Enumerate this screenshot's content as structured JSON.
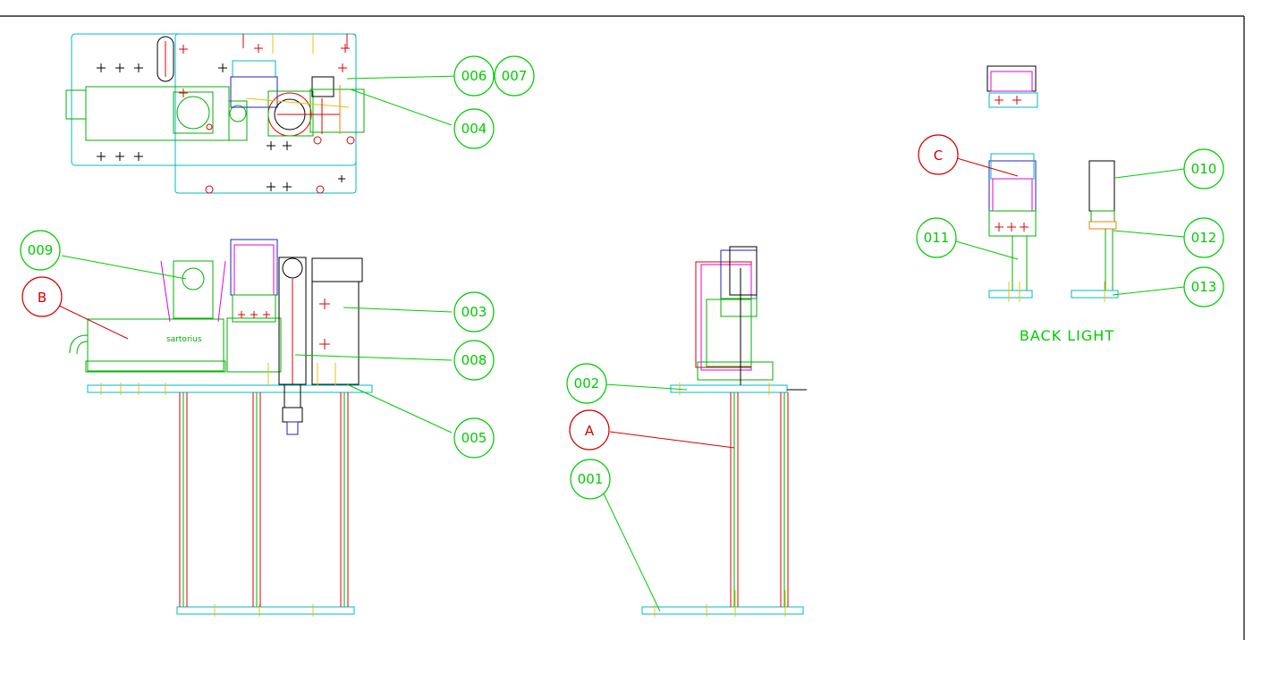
{
  "colors": {
    "background": "#ffffff",
    "frame": "#000000",
    "part_callout": "#00cc00",
    "assembly_callout": "#d40000",
    "cyan": "#00b8c8",
    "magenta": "#e000e0",
    "blue": "#2020c0",
    "yellow": "#f0c000",
    "red": "#e00000",
    "orange": "#f08000",
    "green": "#00b000"
  },
  "callouts": {
    "part_001": "001",
    "part_002": "002",
    "part_003": "003",
    "part_004": "004",
    "part_005": "005",
    "part_006": "006",
    "part_007": "007",
    "part_008": "008",
    "part_009": "009",
    "part_010": "010",
    "part_011": "011",
    "part_012": "012",
    "part_013": "013",
    "assembly_a": "A",
    "assembly_b": "B",
    "assembly_c": "C"
  },
  "notes": {
    "back_light": "BACK LIGHT",
    "brand_mark": "sartorius"
  }
}
